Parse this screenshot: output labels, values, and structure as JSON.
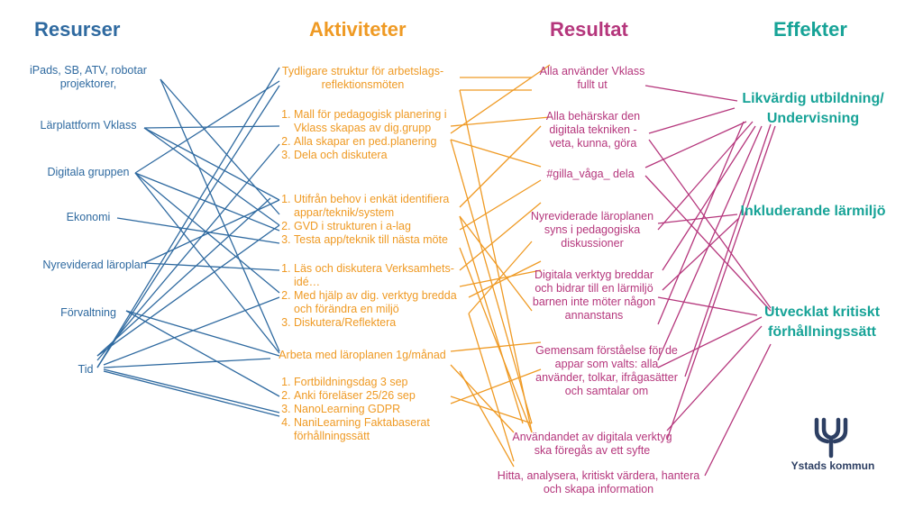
{
  "headers": {
    "resurser": "Resurser",
    "aktiviteter": "Aktiviteter",
    "resultat": "Resultat",
    "effekter": "Effekter"
  },
  "colors": {
    "resurser": "#2f6aa0",
    "aktiviteter": "#ef9a24",
    "resultat": "#b5367c",
    "effekter": "#17a397"
  },
  "resurser": [
    "iPads, SB, ATV, robotar projektorer,",
    "Lärplattform Vklass",
    "Digitala gruppen",
    "Ekonomi",
    "Nyreviderad läroplan",
    "Förvaltning",
    "Tid"
  ],
  "aktiviteter": {
    "a1": "Tydligare struktur för arbetslags-reflektionsmöten",
    "list1": [
      "Mall för pedagogisk planering i Vklass skapas av dig.grupp",
      "Alla skapar en ped.planering",
      "Dela och diskutera"
    ],
    "list2": [
      "Utifrån behov i enkät identifiera appar/teknik/system",
      "GVD i strukturen i a-lag",
      "Testa app/teknik till nästa möte"
    ],
    "list3": [
      "Läs och diskutera Verksamhets-idé…",
      "Med hjälp av dig. verktyg bredda och förändra en miljö",
      "Diskutera/Reflektera"
    ],
    "a5": "Arbeta med läroplanen 1g/månad",
    "list4": [
      "Fortbildningsdag 3 sep",
      "Anki föreläser 25/26  sep",
      "NanoLearning GDPR",
      "NaniLearning Faktabaserat förhållningssätt"
    ]
  },
  "resultat": [
    "Alla använder Vklass fullt ut",
    "Alla behärskar den digitala tekniken - veta, kunna, göra",
    "#gilla_våga_ dela",
    "Nyreviderade läroplanen syns i pedagogiska diskussioner",
    "Digitala verktyg breddar och bidrar till en lärmiljö barnen inte möter någon annanstans",
    "Gemensam förståelse för de appar som valts: alla använder, tolkar, ifrågasätter och samtalar om",
    "Användandet av digitala verktyg ska föregås av ett syfte",
    "Hitta, analysera, kritiskt värdera, hantera och skapa information"
  ],
  "effekter": [
    "Likvärdig utbildning/ Undervisning",
    "Inkluderande lärmiljö",
    "Utvecklat kritiskt förhållningssätt"
  ],
  "logo": {
    "name": "Ystads kommun",
    "icon": "ystad-logo-icon"
  }
}
